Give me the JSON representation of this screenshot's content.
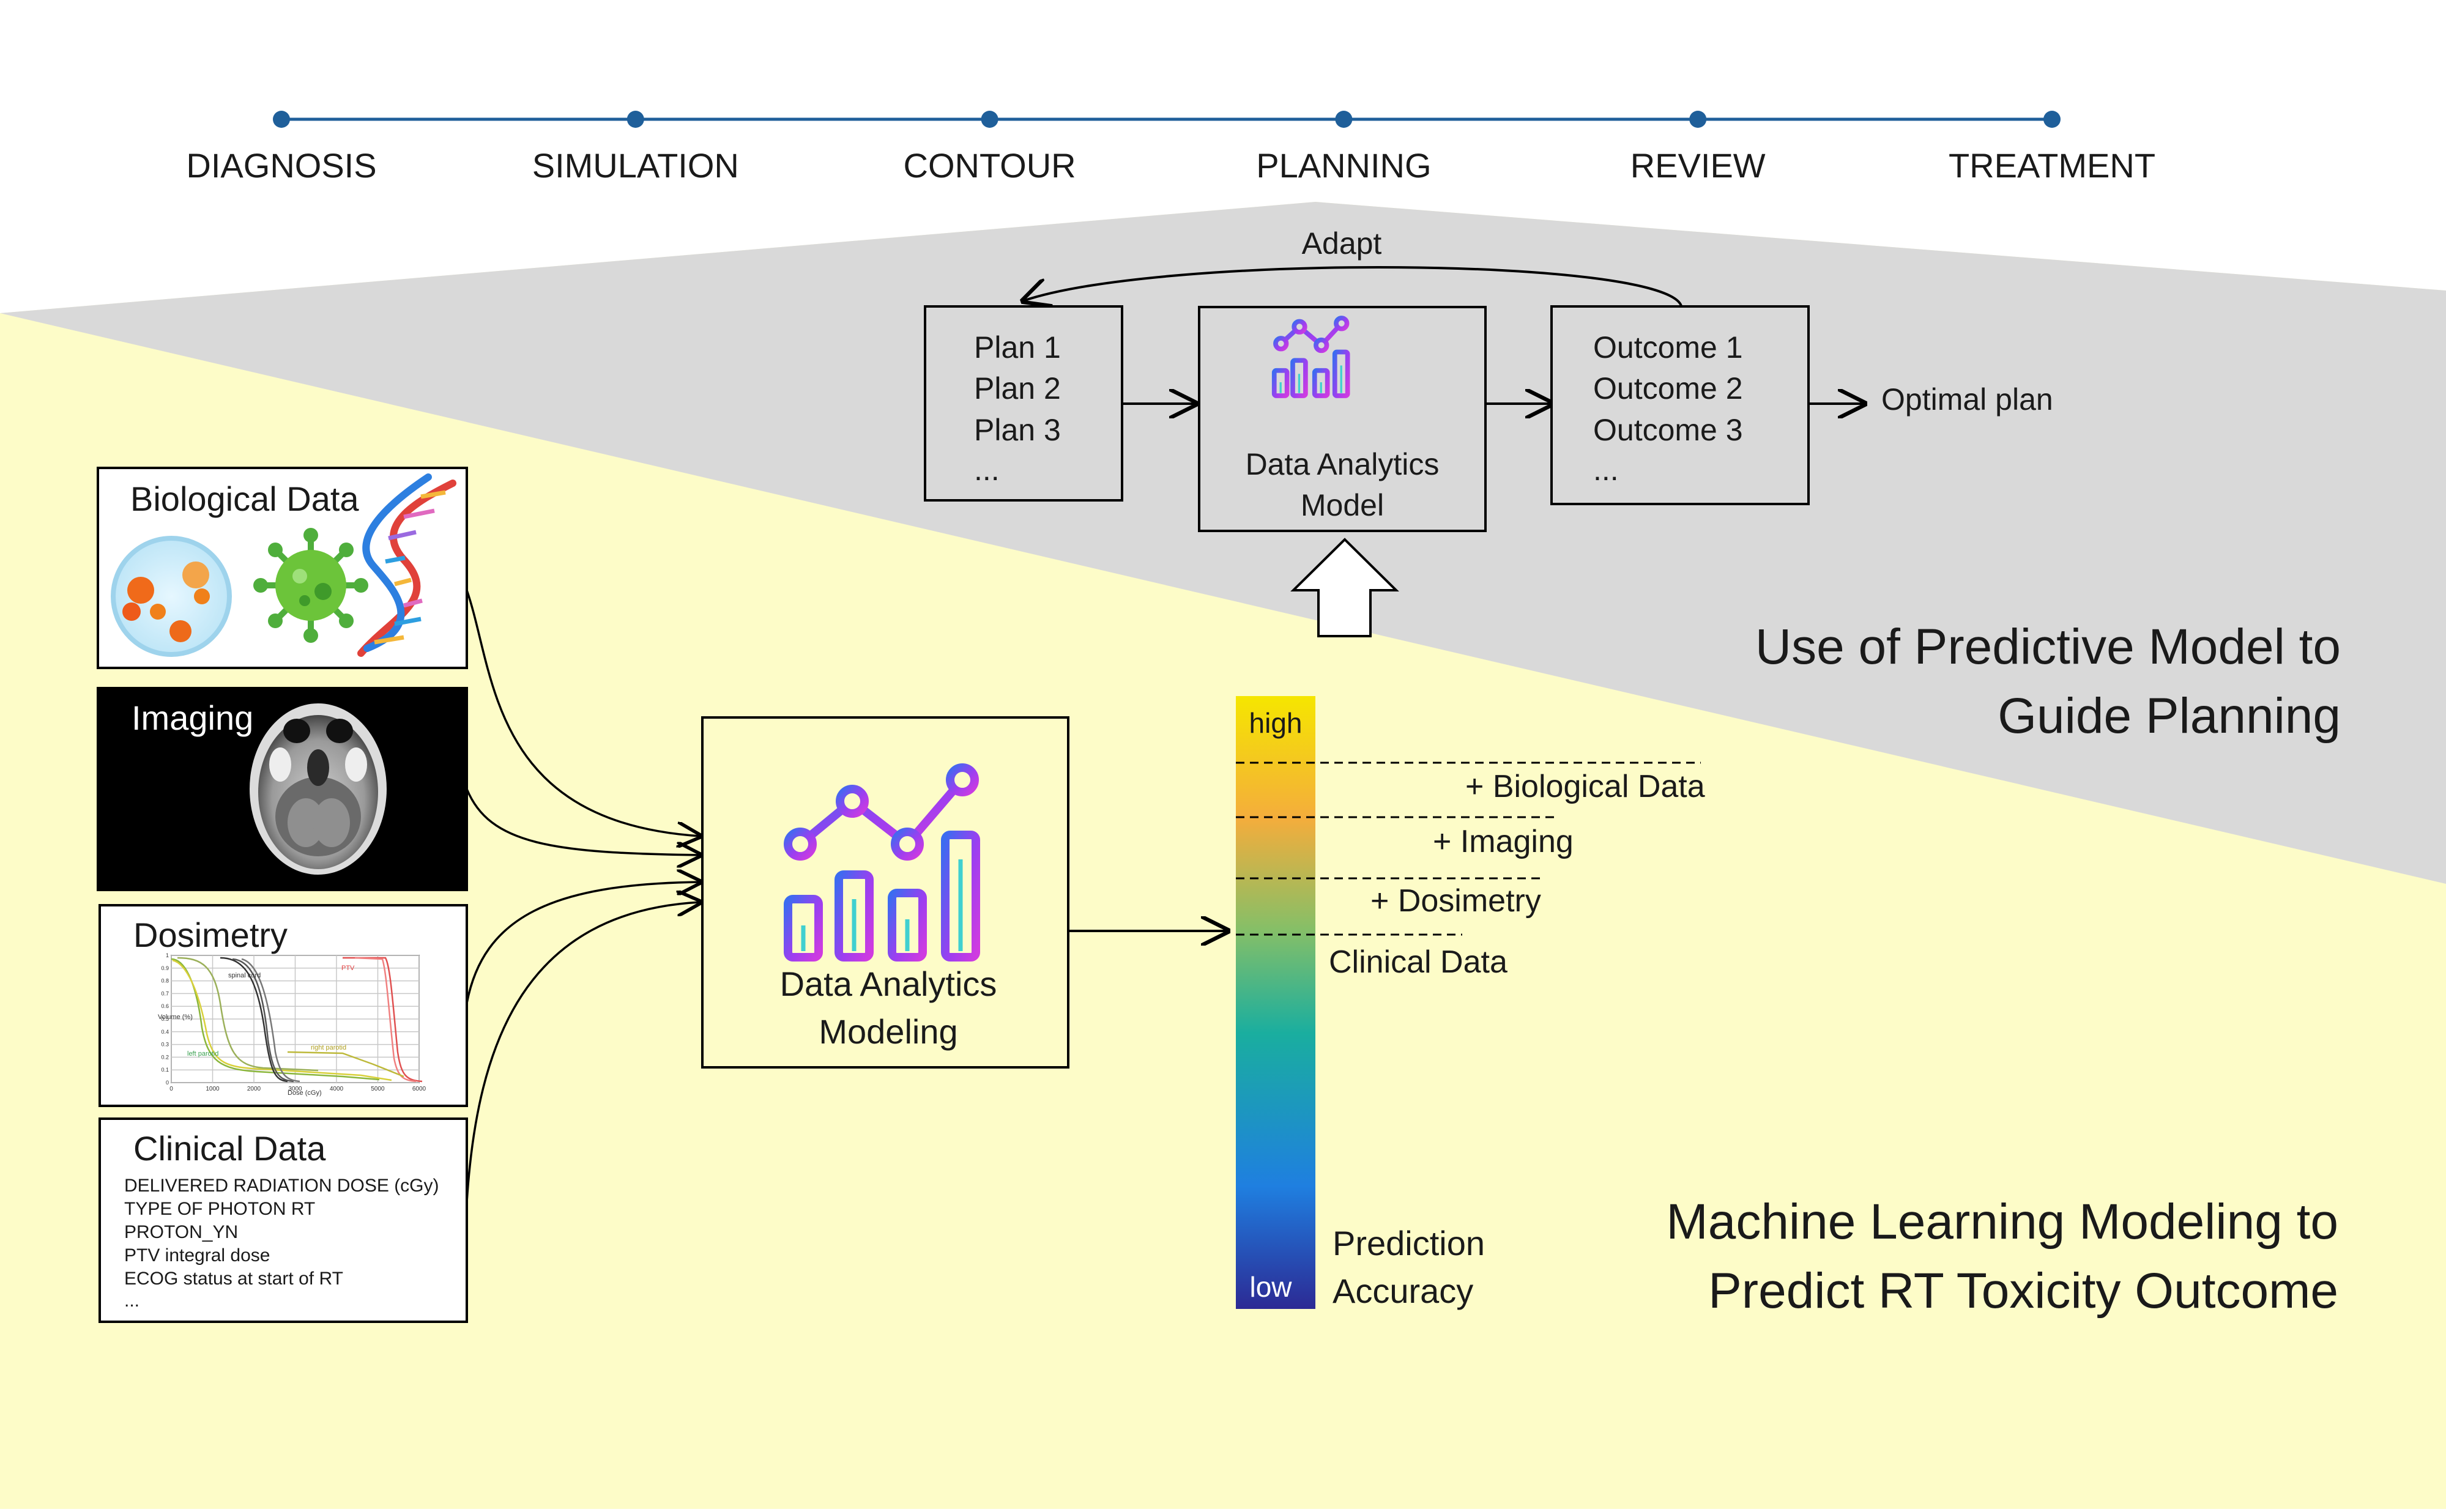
{
  "timeline": {
    "stages": [
      "DIAGNOSIS",
      "SIMULATION",
      "CONTOUR",
      "PLANNING",
      "REVIEW",
      "TREATMENT"
    ],
    "color": "#1f5f9a"
  },
  "planning_section": {
    "title_line1": "Use of Predictive Model to",
    "title_line2": "Guide Planning",
    "adapt_label": "Adapt",
    "plans_box": [
      "Plan 1",
      "Plan 2",
      "Plan 3",
      "..."
    ],
    "model_box": {
      "line1": "Data Analytics",
      "line2": "Model",
      "icon": "analytics-chart-icon"
    },
    "outcomes_box": [
      "Outcome 1",
      "Outcome 2",
      "Outcome 3",
      "..."
    ],
    "optimal_label": "Optimal plan",
    "background": "#d9d9d9"
  },
  "ml_section": {
    "title_line1": "Machine Learning Modeling to",
    "title_line2": "Predict RT Toxicity Outcome",
    "background": "#fdfcc8",
    "inputs": {
      "biological": {
        "label": "Biological Data",
        "icons": [
          "petri-dish-icon",
          "virus-icon",
          "dna-icon"
        ]
      },
      "imaging": {
        "label": "Imaging",
        "icon": "ct-scan-image"
      },
      "dosimetry": {
        "label": "Dosimetry",
        "chart_labels": {
          "ylabel": "Volume (%)",
          "xlabel": "Dose (cGy)",
          "x_ticks": [
            "0",
            "1000",
            "2000",
            "3000",
            "4000",
            "5000",
            "6000"
          ],
          "y_ticks": [
            "1",
            "0.9",
            "0.8",
            "0.7",
            "0.6",
            "0.5",
            "0.4",
            "0.3",
            "0.2",
            "0.1",
            "0"
          ],
          "series_labels": [
            "spinal cord",
            "PTV",
            "left parotid",
            "right parotid"
          ]
        }
      },
      "clinical": {
        "label": "Clinical Data",
        "items": [
          "DELIVERED RADIATION DOSE (cGy)",
          "TYPE OF PHOTON RT",
          "PROTON_YN",
          "PTV integral dose",
          "ECOG status at start of RT",
          "..."
        ]
      }
    },
    "modeling_box": {
      "line1": "Data Analytics",
      "line2": "Modeling",
      "icon": "analytics-chart-icon"
    },
    "scale": {
      "high_label": "high",
      "low_label": "low",
      "levels": [
        "+ Biological Data",
        "+ Imaging",
        "+ Dosimetry",
        "Clinical Data"
      ],
      "axis_label_line1": "Prediction",
      "axis_label_line2": "Accuracy",
      "gradient": [
        "#f5e600",
        "#f4ad3c",
        "#86bf67",
        "#1aae9f",
        "#1f7fe0",
        "#2c2a94"
      ]
    }
  }
}
